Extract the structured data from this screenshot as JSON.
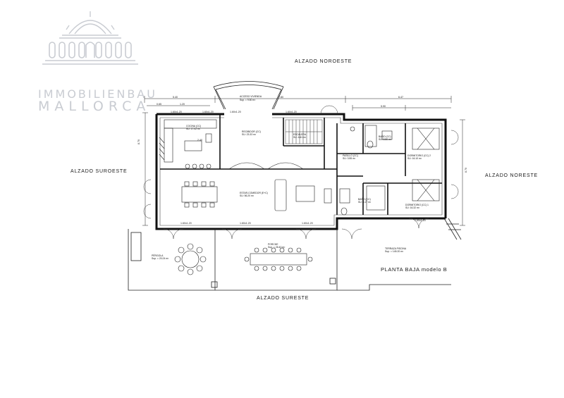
{
  "brand": {
    "line1": "IMMOBILIENBAU",
    "line2": "MALLORCA",
    "logo": "palace-dome-logo",
    "color": "#c9ccd2"
  },
  "plan": {
    "title": "PLANTA BAJA modelo B",
    "elevations": {
      "north_west": "ALZADO NOROESTE",
      "south_west": "ALZADO SUROESTE",
      "north_east": "ALZADO NORESTE",
      "south_east": "ALZADO SURESTE"
    },
    "rooms": {
      "acceso": "ACCESO VIVIENDA",
      "acceso_area": "Sup. = 9.50 m²",
      "cocina": "COCINA (CC)",
      "cocina_area": "SU: 17.42 m²",
      "recibidor": "RECIBIDOR (CC)",
      "recibidor_area": "SU: 23.33 m²",
      "escalera": "ESCALERA",
      "escalera_area": "SU: 4.61 m²",
      "pasillo": "PASILLO (CC)",
      "pasillo_area": "SU: 3.55 m²",
      "bano2": "BAÑO (CC)",
      "bano2_area": "SU: 5.50 m²",
      "dormitorio2": "DORMITORIO (CC) 2",
      "dormitorio2_area": "SU: 16.10 m²",
      "estar": "ESTAR-COMEDOR (E+C)",
      "estar_area": "SU: 56.20 m²",
      "bano1": "BAÑO (CC)",
      "bano1_area": "SU: 5.17 m²",
      "dormitorio1": "DORMITORIO (CC) 1",
      "dormitorio1_area": "SU: 16.32 m²",
      "pergola": "PÉRGOLA",
      "pergola_area": "Sup. = 20.24 m²",
      "porche": "PORCHE",
      "porche_area": "Sup. = 26.40 m²",
      "terraza": "TERRAZA PISCINA",
      "terraza_area": "Sup. = 145.20 m²"
    },
    "dimensions": {
      "top_left": "5.40",
      "top_mid": "7.80",
      "top_right": "6.47",
      "top_far": "5.90",
      "sub_a": "0.65",
      "sub_b": "1.20",
      "sub_c": "2.40",
      "side_left": "8.70",
      "side_right": "8.70",
      "window": "1.60x1.20"
    },
    "line_color": "#222222"
  }
}
